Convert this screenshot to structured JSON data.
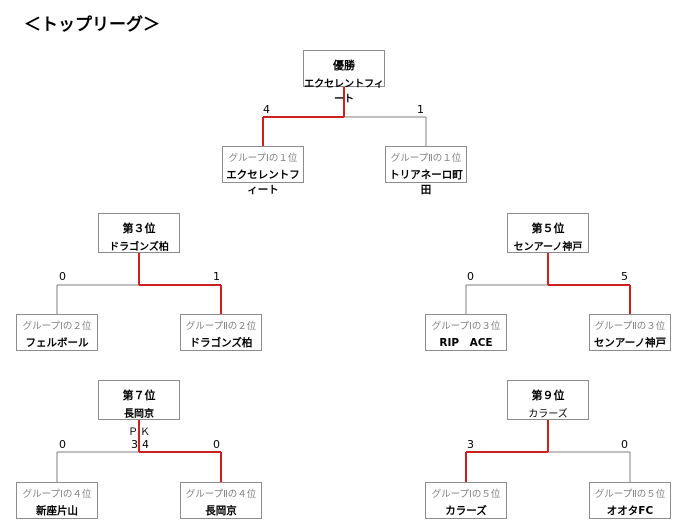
{
  "page_title": "＜トップリーグ＞",
  "colors": {
    "winner_line": "#d11f1f",
    "line": "#7f7f7f",
    "border": "#8c8c8c",
    "group_label": "#808080"
  },
  "brackets": {
    "final": {
      "result_rank": "優勝",
      "result_team": "エクセレントフィート",
      "left": {
        "group": "グループⅠの１位",
        "team": "エクセレントフィート",
        "score": "4"
      },
      "right": {
        "group": "グループⅡの１位",
        "team": "トリアネーロ町田",
        "score": "1"
      },
      "winner": "left"
    },
    "third": {
      "result_rank": "第３位",
      "result_team": "ドラゴンズ柏",
      "left": {
        "group": "グループⅠの２位",
        "team": "フェルボール",
        "score": "0"
      },
      "right": {
        "group": "グループⅡの２位",
        "team": "ドラゴンズ柏",
        "score": "1"
      },
      "winner": "right"
    },
    "fifth": {
      "result_rank": "第５位",
      "result_team": "センアーノ神戸",
      "left": {
        "group": "グループⅠの３位",
        "team": "RIP　ACE",
        "score": "0"
      },
      "right": {
        "group": "グループⅡの３位",
        "team": "センアーノ神戸",
        "score": "5"
      },
      "winner": "right"
    },
    "seventh": {
      "result_rank": "第７位",
      "result_team": "長岡京",
      "pk_label": "ＰＫ",
      "pk_left": "3",
      "pk_right": "4",
      "left": {
        "group": "グループⅠの４位",
        "team": "新座片山",
        "score": "0"
      },
      "right": {
        "group": "グループⅡの４位",
        "team": "長岡京",
        "score": "0"
      },
      "winner": "right"
    },
    "ninth": {
      "result_rank": "第９位",
      "result_team": "カラーズ",
      "left": {
        "group": "グループⅠの５位",
        "team": "カラーズ",
        "score": "3"
      },
      "right": {
        "group": "グループⅡの５位",
        "team": "オオタFC",
        "score": "0"
      },
      "winner": "left"
    }
  }
}
